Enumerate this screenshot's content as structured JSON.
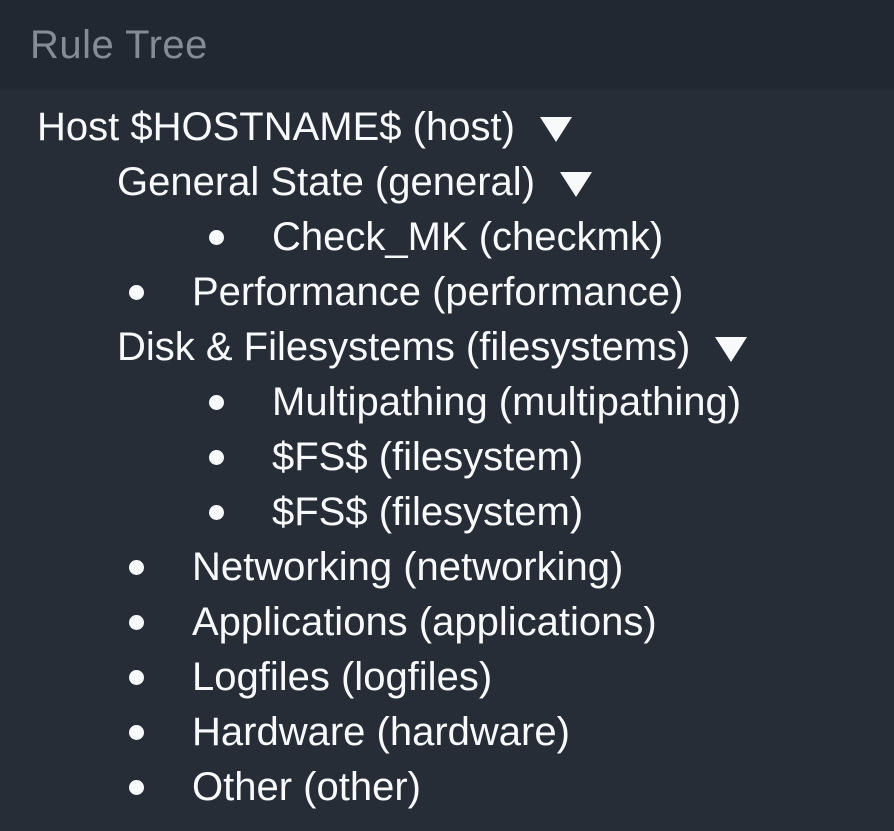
{
  "header": {
    "title": "Rule Tree"
  },
  "colors": {
    "header_bg": "#222831",
    "body_bg": "#262d37",
    "header_text": "#868c95",
    "tree_text": "#f8f9fa"
  },
  "icons": {
    "branch_arrow": "triangle-down-icon",
    "leaf_marker": "bullet-dot-icon"
  },
  "tree": {
    "nodes": [
      {
        "id": "host",
        "label": "Host $HOSTNAME$ (host)",
        "type": "branch",
        "level": 0,
        "expanded": true
      },
      {
        "id": "general",
        "label": "General State (general)",
        "type": "branch",
        "level": 1,
        "expanded": true
      },
      {
        "id": "checkmk",
        "label": "Check_MK (checkmk)",
        "type": "leaf",
        "level": 2
      },
      {
        "id": "performance",
        "label": "Performance (performance)",
        "type": "leaf",
        "level": 1
      },
      {
        "id": "filesystems",
        "label": "Disk & Filesystems (filesystems)",
        "type": "branch",
        "level": 1,
        "expanded": true
      },
      {
        "id": "multipathing",
        "label": "Multipathing (multipathing)",
        "type": "leaf",
        "level": 2
      },
      {
        "id": "filesystem-1",
        "label": "$FS$ (filesystem)",
        "type": "leaf",
        "level": 2
      },
      {
        "id": "filesystem-2",
        "label": "$FS$ (filesystem)",
        "type": "leaf",
        "level": 2
      },
      {
        "id": "networking",
        "label": "Networking (networking)",
        "type": "leaf",
        "level": 1
      },
      {
        "id": "applications",
        "label": "Applications (applications)",
        "type": "leaf",
        "level": 1
      },
      {
        "id": "logfiles",
        "label": "Logfiles (logfiles)",
        "type": "leaf",
        "level": 1
      },
      {
        "id": "hardware",
        "label": "Hardware (hardware)",
        "type": "leaf",
        "level": 1
      },
      {
        "id": "other",
        "label": "Other (other)",
        "type": "leaf",
        "level": 1
      }
    ]
  }
}
